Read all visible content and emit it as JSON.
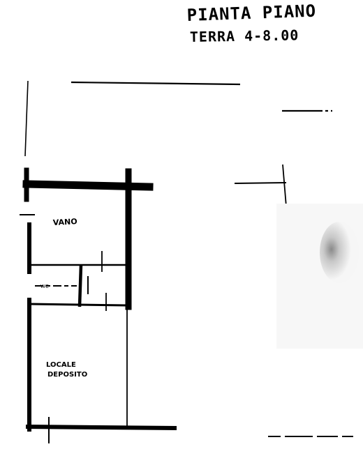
{
  "title": {
    "line1": "PIANTA PIANO",
    "line2": "TERRA  4-8.00"
  },
  "rooms": [
    {
      "id": "top-room",
      "label": "VANO"
    },
    {
      "id": "small-room",
      "label": "WC"
    },
    {
      "id": "bottom-room",
      "label1": "LOCALE",
      "label2": "DEPOSITO"
    }
  ],
  "colors": {
    "ink": "#000000",
    "paper": "#ffffff",
    "smudge": "#8a8a8a"
  }
}
